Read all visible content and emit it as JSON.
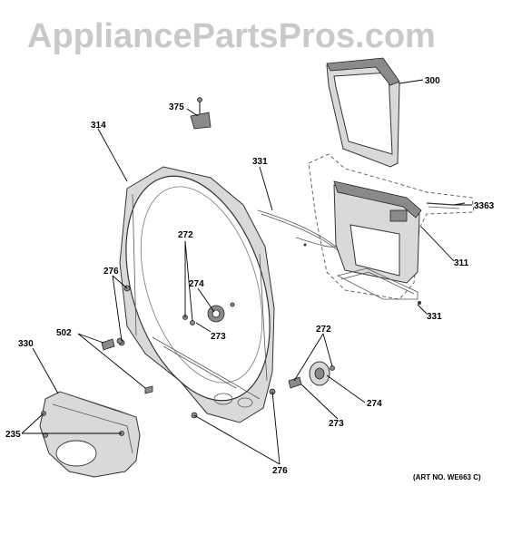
{
  "watermark": "AppliancePartsPros.com",
  "art_number": "(ART NO. WE663 C)",
  "callouts": {
    "c300": "300",
    "c375": "375",
    "c314": "314",
    "c331a": "331",
    "c3363": "3363",
    "c311": "311",
    "c331b": "331",
    "c272a": "272",
    "c274a": "274",
    "c273a": "273",
    "c276a": "276",
    "c502": "502",
    "c330": "330",
    "c272b": "272",
    "c274b": "274",
    "c273b": "273",
    "c235": "235",
    "c276b": "276"
  }
}
